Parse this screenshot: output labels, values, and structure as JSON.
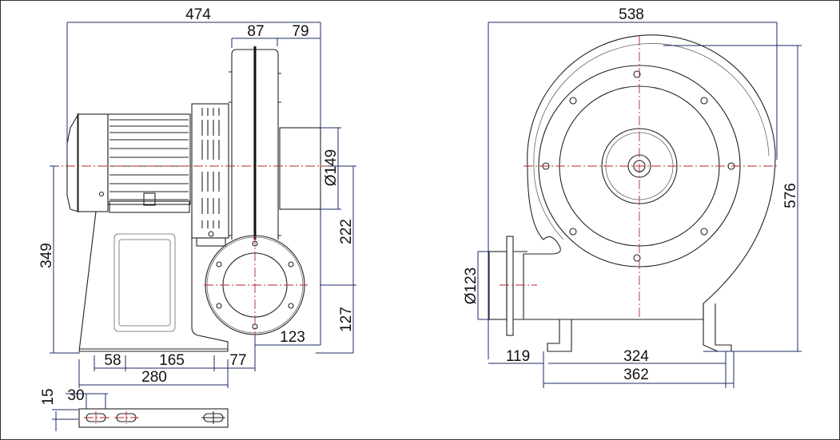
{
  "side_view": {
    "overall_length": "474",
    "housing_width": "87",
    "outlet_length": "79",
    "outlet_diameter": "Ø149",
    "shaft_height": "349",
    "outlet_height": "222",
    "inlet_height": "127",
    "inlet_offset": "123",
    "base_58": "58",
    "base_165": "165",
    "base_77": "77",
    "base_length": "280",
    "slot_width": "15",
    "slot_length": "30"
  },
  "front_view": {
    "overall_width": "538",
    "overall_height": "576",
    "outlet_diameter": "Ø123",
    "outlet_offset": "119",
    "foot_span": "324",
    "foot_overall": "362"
  },
  "colors": {
    "dimension": "#1c2a66",
    "centerline": "#c0202a"
  }
}
